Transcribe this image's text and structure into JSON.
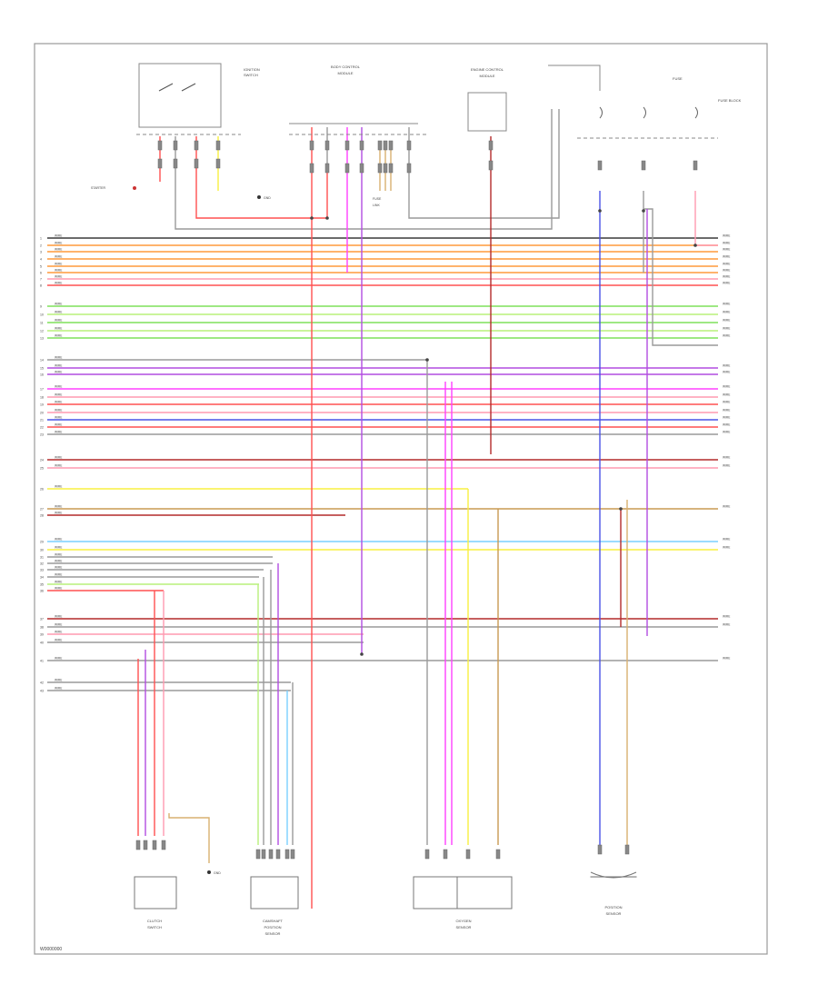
{
  "page_id": "W0000000",
  "colors": {
    "black": "#3a3a3a",
    "white": "#c8c8c8",
    "red": "#ff5050",
    "pink": "#ff9ab0",
    "orange": "#ff9a3c",
    "green": "#7ee05a",
    "ltgreen": "#b8f07a",
    "blue": "#4a52e6",
    "violet": "#b24de0",
    "magenta": "#ff40ff",
    "yellow": "#f8f040",
    "brown": "#c99a52",
    "gray": "#9a9a9a",
    "darkred": "#b32a2a",
    "tan": "#d8b070",
    "ltblue": "#7ad0ff"
  },
  "components": [
    {
      "id": "ignition",
      "label": "IGNITION SWITCH"
    },
    {
      "id": "bcm",
      "label": "BODY CONTROL MODULE"
    },
    {
      "id": "ecm",
      "label": "ENGINE CONTROL MODULE"
    },
    {
      "id": "fuse",
      "label": "FUSE BLOCK"
    },
    {
      "id": "clutch",
      "label": "CLUTCH SWITCH"
    },
    {
      "id": "cam",
      "label": "CAMSHAFT POSITION SENSOR"
    },
    {
      "id": "o2",
      "label": "OXYGEN SENSOR"
    },
    {
      "id": "pos",
      "label": "POSITION SENSOR"
    }
  ],
  "nodes": [
    {
      "id": "g1",
      "label": "GND"
    },
    {
      "id": "g2",
      "label": "GND"
    },
    {
      "id": "s1",
      "label": "STARTER"
    }
  ]
}
